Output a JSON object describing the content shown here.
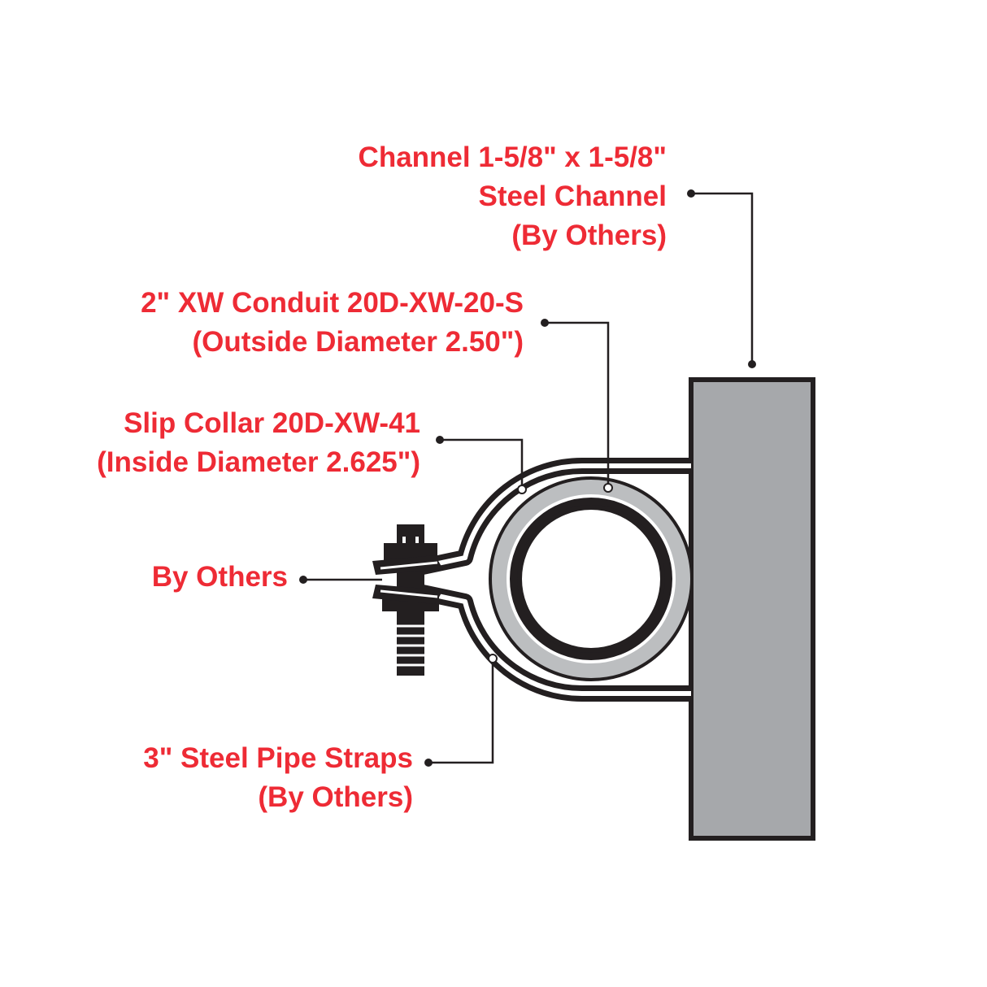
{
  "colors": {
    "label": "#ee2b35",
    "outline": "#231f20",
    "channel_fill": "#a6a8ab",
    "collar_fill": "#bcbec0",
    "leader": "#231f20"
  },
  "labels": {
    "channel": {
      "line1": "Channel 1-5/8\" x 1-5/8\"",
      "line2": "Steel Channel",
      "line3": "(By Others)"
    },
    "conduit": {
      "line1": "2\" XW Conduit 20D-XW-20-S",
      "line2": "(Outside Diameter 2.50\")"
    },
    "collar": {
      "line1": "Slip Collar 20D-XW-41",
      "line2": "(Inside Diameter 2.625\")"
    },
    "bolt": {
      "line1": "By Others"
    },
    "straps": {
      "line1": "3\" Steel Pipe Straps",
      "line2": "(By Others)"
    }
  }
}
